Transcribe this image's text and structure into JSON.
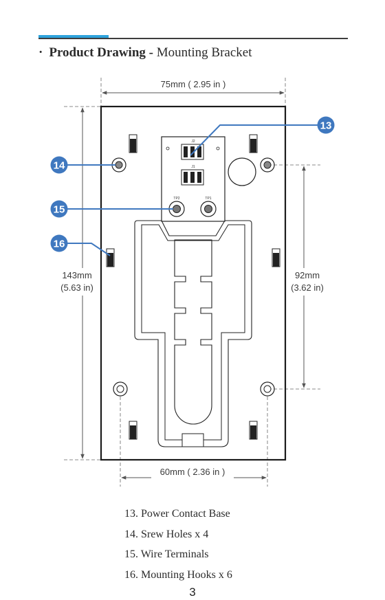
{
  "header": {
    "bullet": "·",
    "title_bold": "Product Drawing -",
    "title_rest": "Mounting Bracket"
  },
  "dimensions": {
    "top_width": "75mm ( 2.95 in )",
    "bottom_width": "60mm ( 2.36 in )",
    "left_height_mm": "143mm",
    "left_height_in": "(5.63 in)",
    "right_height_mm": "92mm",
    "right_height_in": "(3.62 in)"
  },
  "board_labels": {
    "j1": "J1",
    "j2": "J2",
    "tp1": "TP1",
    "tp2": "TP2"
  },
  "callouts": {
    "c13": "13",
    "c14": "14",
    "c15": "15",
    "c16": "16"
  },
  "legend": [
    "13. Power Contact Base",
    "14. Srew Holes x 4",
    "15. Wire Terminals",
    "16. Mounting Hooks x 6"
  ],
  "page_number": "3",
  "colors": {
    "accent": "#2ea3dc",
    "callout": "#3f78bf"
  }
}
